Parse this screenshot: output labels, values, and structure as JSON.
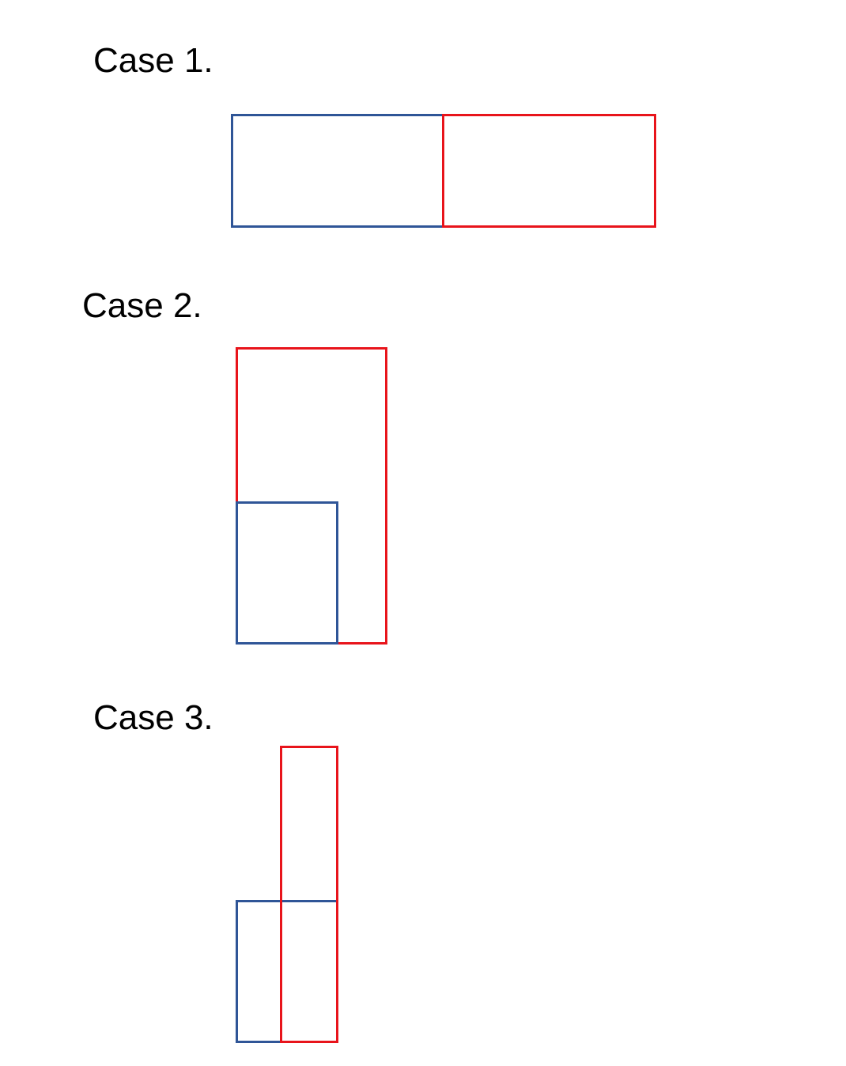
{
  "cases": [
    {
      "label": "Case 1.",
      "boxes": [
        {
          "role": "blue-rectangle",
          "color": "#2F5597"
        },
        {
          "role": "red-rectangle",
          "color": "#E8141B"
        }
      ]
    },
    {
      "label": "Case 2.",
      "boxes": [
        {
          "role": "red-rectangle",
          "color": "#E8141B"
        },
        {
          "role": "blue-rectangle",
          "color": "#2F5597"
        }
      ]
    },
    {
      "label": "Case 3.",
      "boxes": [
        {
          "role": "blue-rectangle",
          "color": "#2F5597"
        },
        {
          "role": "red-rectangle",
          "color": "#E8141B"
        }
      ]
    }
  ]
}
